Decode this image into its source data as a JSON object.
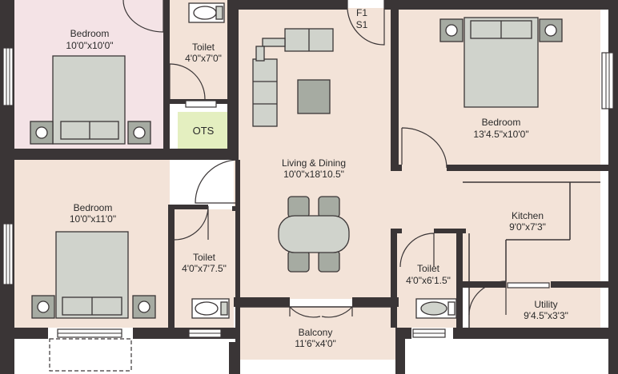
{
  "rooms": {
    "bedroom_top_left": {
      "name": "Bedroom",
      "size": "10'0\"x10'0\""
    },
    "toilet_top": {
      "name": "Toilet",
      "size": "4'0\"x7'0\""
    },
    "ots": {
      "name": "OTS"
    },
    "stair_marker": {
      "line1": "F1",
      "line2": "S1"
    },
    "bedroom_master": {
      "name": "Bedroom",
      "size": "13'4.5\"x10'0\""
    },
    "living_dining": {
      "name": "Living & Dining",
      "size": "10'0\"x18'10.5\""
    },
    "bedroom_bottom_left": {
      "name": "Bedroom",
      "size": "10'0\"x11'0\""
    },
    "toilet_middle": {
      "name": "Toilet",
      "size": "4'0\"x7'7.5\""
    },
    "kitchen": {
      "name": "Kitchen",
      "size": "9'0\"x7'3\""
    },
    "toilet_right": {
      "name": "Toilet",
      "size": "4'0\"x6'1.5\""
    },
    "utility": {
      "name": "Utility",
      "size": "9'4.5\"x3'3\""
    },
    "balcony": {
      "name": "Balcony",
      "size": "11'6\"x4'0\""
    }
  },
  "colors": {
    "wall": "#3a3536",
    "floor": "#f3e3d8",
    "bedroom_pink": "#f4e3e6",
    "ots_green": "#e4efc0",
    "furniture": "#d0d3cc",
    "furniture_dark": "#a6aba2"
  }
}
